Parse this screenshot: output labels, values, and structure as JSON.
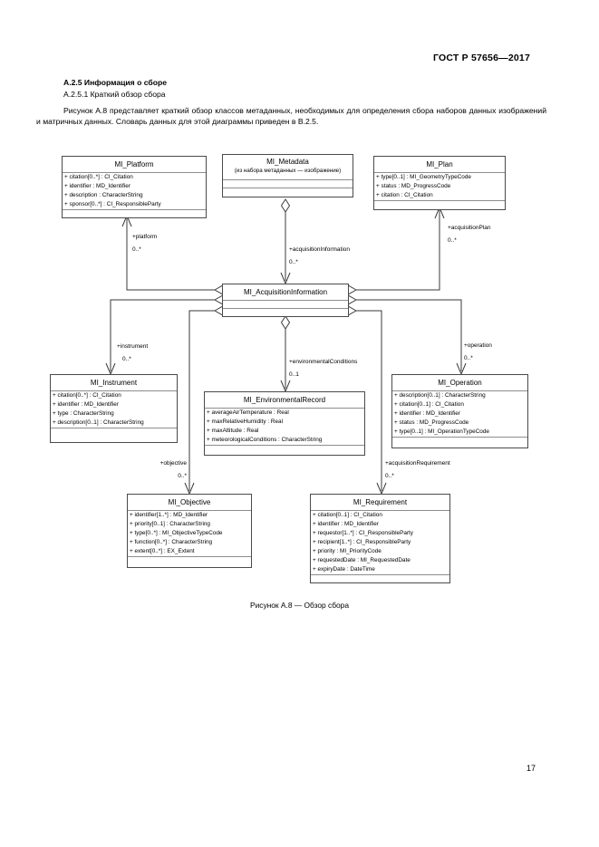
{
  "page": {
    "header": "ГОСТ Р 57656—2017",
    "number": "17"
  },
  "section": {
    "title": "А.2.5 Информация о сборе",
    "subtitle": "А.2.5.1 Краткий обзор сбора",
    "paragraph": "Рисунок А.8 представляет краткий обзор классов метаданных, необходимых для определения сбора наборов данных изображений и матричных данных. Словарь данных для этой диаграммы приведен в В.2.5."
  },
  "figure": {
    "caption": "Рисунок А.8 — Обзор сбора"
  },
  "diagram": {
    "type": "uml-class-diagram",
    "classes": {
      "platform": {
        "name": "MI_Platform",
        "attributes": [
          "+ citation[0..*] : CI_Citation",
          "+ identifier : MD_Identifier",
          "+ description : CharacterString",
          "+ sponsor[0..*] : CI_ResponsibleParty"
        ]
      },
      "metadata": {
        "name": "MI_Metadata",
        "stereotype": "(из набора метаданных — изображение)",
        "attributes": []
      },
      "plan": {
        "name": "MI_Plan",
        "attributes": [
          "+ type[0..1] : MI_GeometryTypeCode",
          "+ status : MD_ProgressCode",
          "+ citation : CI_Citation"
        ]
      },
      "acquisition_information": {
        "name": "MI_AcquisitionInformation",
        "attributes": []
      },
      "instrument": {
        "name": "MI_Instrument",
        "attributes": [
          "+ citation[0..*] : CI_Citation",
          "+ identifier : MD_Identifier",
          "+ type : CharacterString",
          "+ description[0..1] : CharacterString"
        ]
      },
      "environmental_record": {
        "name": "MI_EnvironmentalRecord",
        "attributes": [
          "+ averageAirTemperature : Real",
          "+ maxRelativeHumidity : Real",
          "+ maxAltitude : Real",
          "+ meteorologicalConditions : CharacterString"
        ]
      },
      "operation": {
        "name": "MI_Operation",
        "attributes": [
          "+ description[0..1] : CharacterString",
          "+ citation[0..1] : CI_Citation",
          "+ identifier : MD_Identifier",
          "+ status : MD_ProgressCode",
          "+ type[0..1] : MI_OperationTypeCode"
        ]
      },
      "objective": {
        "name": "MI_Objective",
        "attributes": [
          "+ identifier[1..*] : MD_Identifier",
          "+ priority[0..1] : CharacterString",
          "+ type[0..*] : MI_ObjectiveTypeCode",
          "+ function[0..*] : CharacterString",
          "+ extent[0..*] : EX_Extent"
        ]
      },
      "requirement": {
        "name": "MI_Requirement",
        "attributes": [
          "+ citation[0..1] : CI_Citation",
          "+ identifier : MD_Identifier",
          "+ requestor[1..*] : CI_ResponsibleParty",
          "+ recipient[1..*] : CI_ResponsibleParty",
          "+ priority : MI_PriorityCode",
          "+ requestedDate : MI_RequestedDate",
          "+ expiryDate : DateTime"
        ]
      }
    },
    "associations": {
      "platform": {
        "role": "+platform",
        "multiplicity": "0..*"
      },
      "acquisition_information": {
        "role": "+acquisitionInformation",
        "multiplicity": "0..*"
      },
      "acquisition_plan": {
        "role": "+acquisitionPlan",
        "multiplicity": "0..*"
      },
      "instrument": {
        "role": "+instrument",
        "multiplicity": "0..*"
      },
      "environmental_conditions": {
        "role": "+environmentalConditions",
        "multiplicity": "0..1"
      },
      "operation": {
        "role": "+operation",
        "multiplicity": "0..*"
      },
      "objective": {
        "role": "+objective",
        "multiplicity": "0..*"
      },
      "acquisition_requirement": {
        "role": "+acquisitionRequirement",
        "multiplicity": "0..*"
      }
    }
  }
}
